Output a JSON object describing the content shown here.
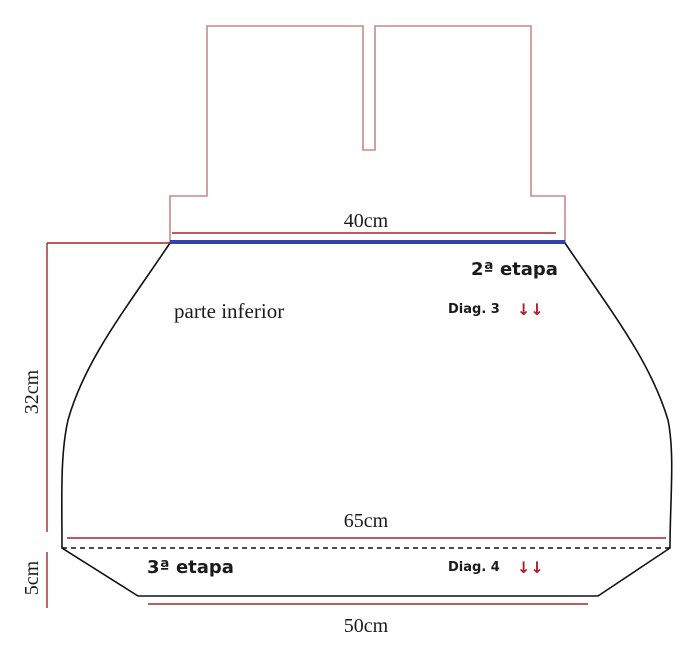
{
  "diagram": {
    "top_width_label": "40cm",
    "stage2_label": "2ª etapa",
    "body_label": "parte inferior",
    "diag3_label": "Diag. 3",
    "height_label": "32cm",
    "middle_width_label": "65cm",
    "stage3_label": "3ª etapa",
    "diag4_label": "Diag. 4",
    "band_height_label": "5cm",
    "bottom_width_label": "50cm",
    "arrows": "↓↓"
  },
  "colors": {
    "pattern_outline": "#c98a85",
    "dimension_line": "#a3262b",
    "seam_line": "#3540b0",
    "body_outline": "#111111",
    "arrow": "#b01e2a"
  }
}
